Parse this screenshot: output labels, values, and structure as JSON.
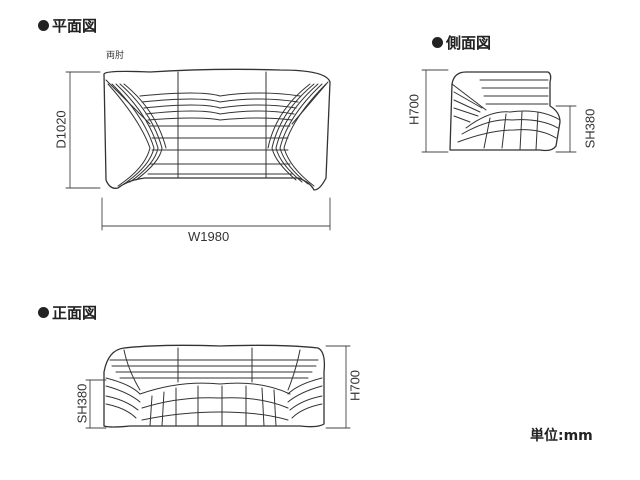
{
  "plan": {
    "title": "平面図",
    "note": "両肘",
    "depth": "D1020",
    "width": "W1980"
  },
  "side": {
    "title": "側面図",
    "height": "H700",
    "seat_height": "SH380"
  },
  "front": {
    "title": "正面図",
    "height": "H700",
    "seat_height": "SH380"
  },
  "unit_label": "単位:mm"
}
